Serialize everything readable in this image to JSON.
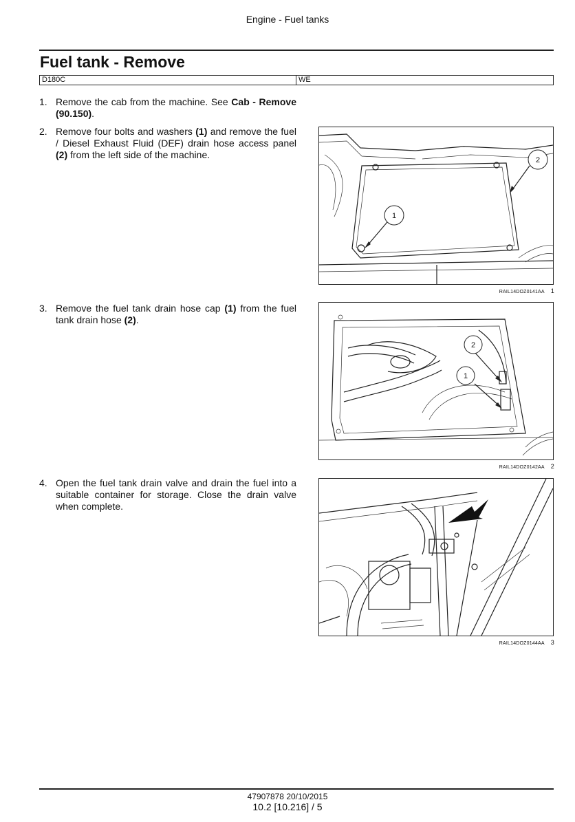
{
  "header": {
    "section": "Engine - Fuel tanks"
  },
  "title": "Fuel tank - Remove",
  "applicability": {
    "model": "D180C",
    "region": "WE"
  },
  "steps": [
    {
      "num": "1.",
      "pre": "Remove the cab from the machine. See ",
      "bold": "Cab - Remove (90.150)",
      "post": "."
    },
    {
      "num": "2.",
      "t1": "Remove four bolts and washers ",
      "b1": "(1)",
      "t2": " and remove the fuel / Diesel Exhaust Fluid (DEF) drain hose access panel ",
      "b2": "(2)",
      "t3": " from the left side of the machine."
    },
    {
      "num": "3.",
      "t1": "Remove the fuel tank drain hose cap ",
      "b1": "(1)",
      "t2": " from the fuel tank drain hose ",
      "b2": "(2)",
      "t3": "."
    },
    {
      "num": "4.",
      "text": "Open the fuel tank drain valve and drain the fuel into a suitable container for storage. Close the drain valve when complete."
    }
  ],
  "figures": [
    {
      "code": "RAIL14DOZ0141AA",
      "number": "1",
      "callout_a": "1",
      "callout_b": "2"
    },
    {
      "code": "RAIL14DOZ0142AA",
      "number": "2",
      "callout_a": "2",
      "callout_b": "1"
    },
    {
      "code": "RAIL14DOZ0144AA",
      "number": "3"
    }
  ],
  "footer": {
    "doc": "47907878 20/10/2015",
    "page": "10.2 [10.216] / 5"
  }
}
